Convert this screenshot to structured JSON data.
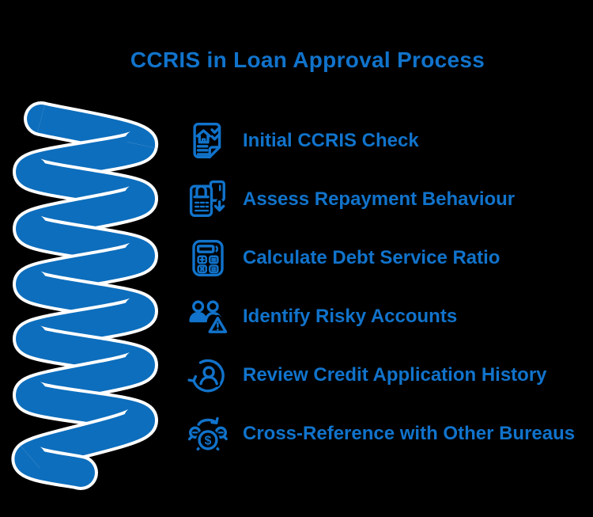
{
  "title": "CCRIS in Loan Approval Process",
  "colors": {
    "background": "#000000",
    "accent": "#1173cb",
    "spring": "#0d6ebd",
    "outline": "#ffffff"
  },
  "items": [
    {
      "label": "Initial CCRIS Check",
      "icon": "document-house-check-icon"
    },
    {
      "label": "Assess Repayment Behaviour",
      "icon": "pos-payment-icon"
    },
    {
      "label": "Calculate Debt Service Ratio",
      "icon": "calculator-icon"
    },
    {
      "label": "Identify Risky Accounts",
      "icon": "users-warning-icon"
    },
    {
      "label": "Review Credit Application History",
      "icon": "person-history-icon"
    },
    {
      "label": "Cross-Reference with Other Bureaus",
      "icon": "currency-exchange-icon"
    }
  ]
}
